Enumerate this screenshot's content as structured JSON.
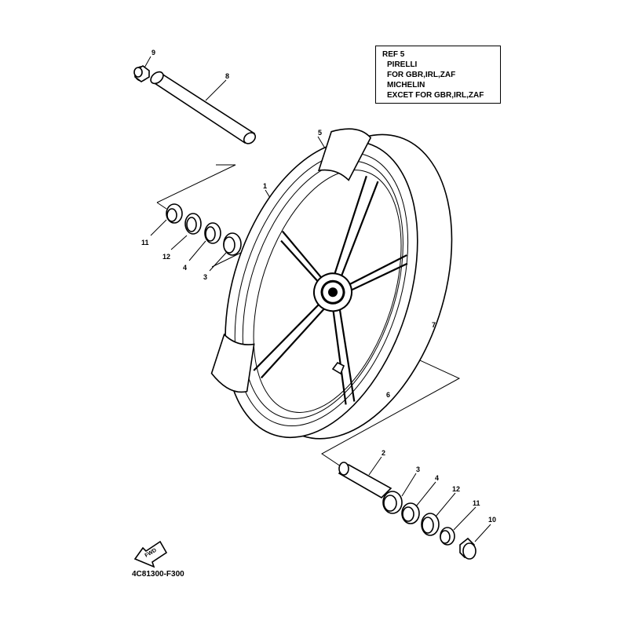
{
  "ref_box": {
    "title": "REF 5",
    "lines": [
      "PIRELLI",
      "FOR GBR,IRL,ZAF",
      "MICHELIN",
      "EXCET FOR GBR,IRL,ZAF"
    ]
  },
  "diagram_code": "4C81300-F300",
  "fwd_label": "FWD",
  "callouts": [
    "9",
    "8",
    "5",
    "1",
    "11",
    "12",
    "4",
    "3",
    "7",
    "6",
    "2",
    "3",
    "4",
    "12",
    "11",
    "10"
  ]
}
